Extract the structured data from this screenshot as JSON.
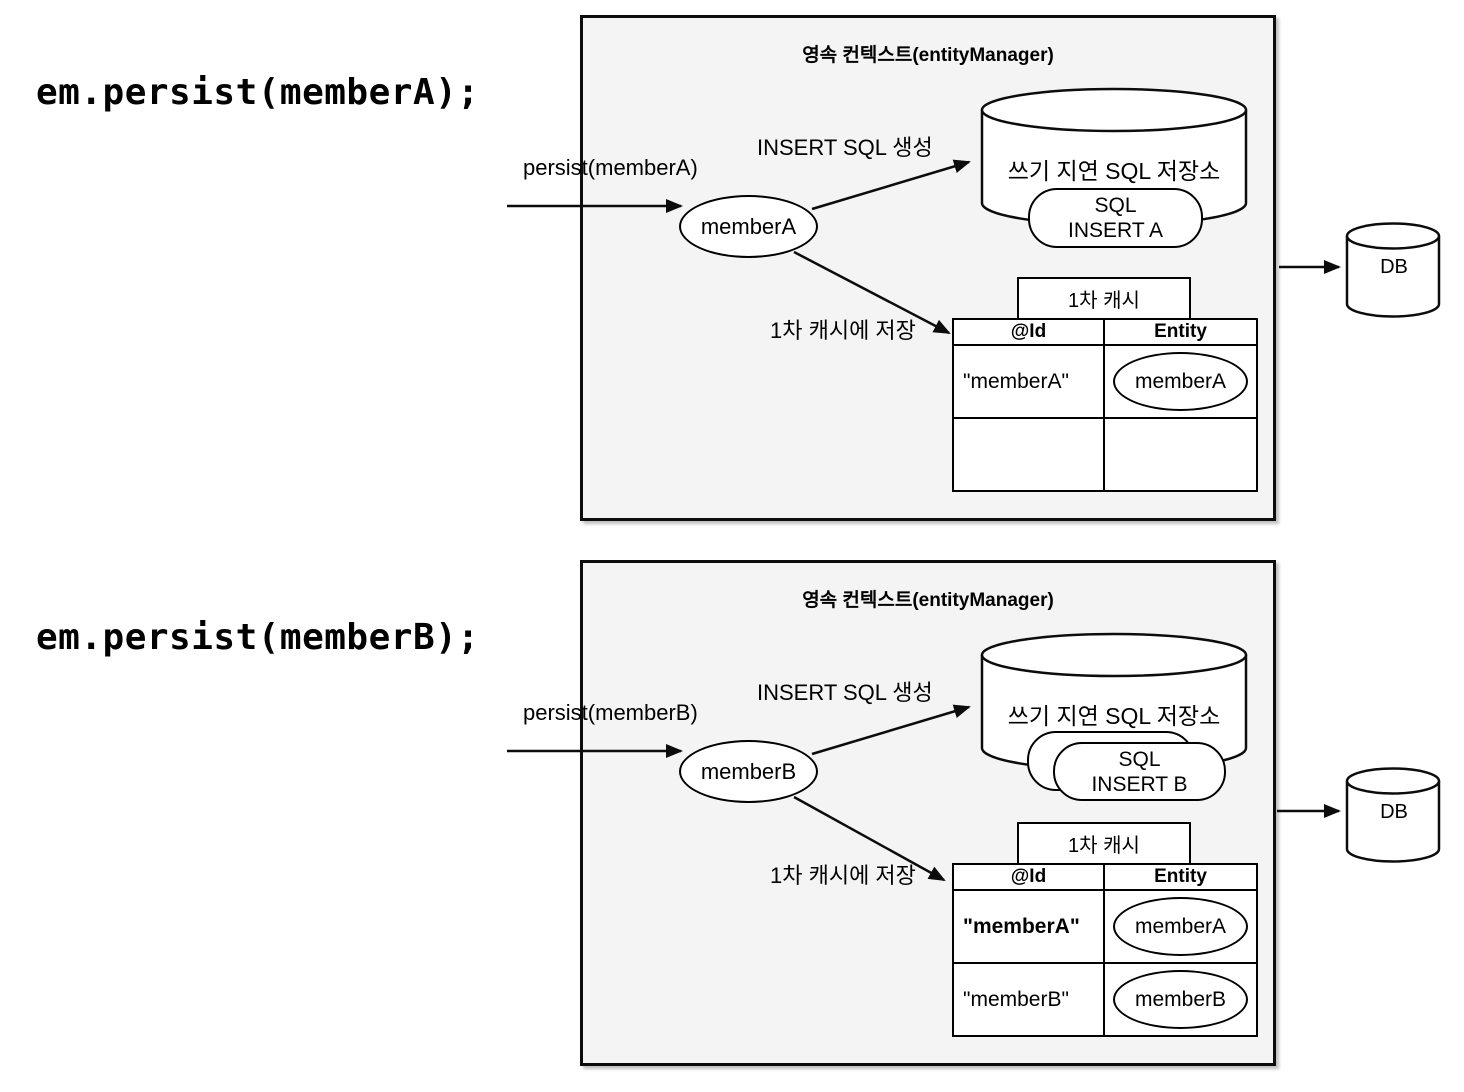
{
  "colors": {
    "box_bg": "#f4f4f4",
    "line": "#000000",
    "shape_fill": "#ffffff"
  },
  "sections": [
    {
      "code": "em.persist(memberA);",
      "box_title": "영속 컨텍스트(entityManager)",
      "persist_label": "persist(memberA)",
      "insert_sql_label": "INSERT SQL 생성",
      "cache_save_label": "1차 캐시에 저장",
      "member_label": "memberA",
      "store_title": "쓰기 지연 SQL 저장소",
      "sql_card": {
        "line1": "SQL",
        "line2": "INSERT A"
      },
      "cache_tab_label": "1차 캐시",
      "cache_table": {
        "col_id": "@Id",
        "col_entity": "Entity",
        "rows": [
          {
            "id": "\"memberA\"",
            "entity": "memberA"
          },
          {
            "id": "",
            "entity": ""
          }
        ]
      },
      "db_label": "DB"
    },
    {
      "code": "em.persist(memberB);",
      "box_title": "영속 컨텍스트(entityManager)",
      "persist_label": "persist(memberB)",
      "insert_sql_label": "INSERT SQL 생성",
      "cache_save_label": "1차 캐시에 저장",
      "member_label": "memberB",
      "store_title": "쓰기 지연 SQL 저장소",
      "sql_card": {
        "line1": "SQL",
        "line2": "INSERT B"
      },
      "cache_tab_label": "1차 캐시",
      "cache_table": {
        "col_id": "@Id",
        "col_entity": "Entity",
        "rows": [
          {
            "id": "\"memberA\"",
            "entity": "memberA"
          },
          {
            "id": "\"memberB\"",
            "entity": "memberB"
          }
        ]
      },
      "db_label": "DB"
    }
  ]
}
